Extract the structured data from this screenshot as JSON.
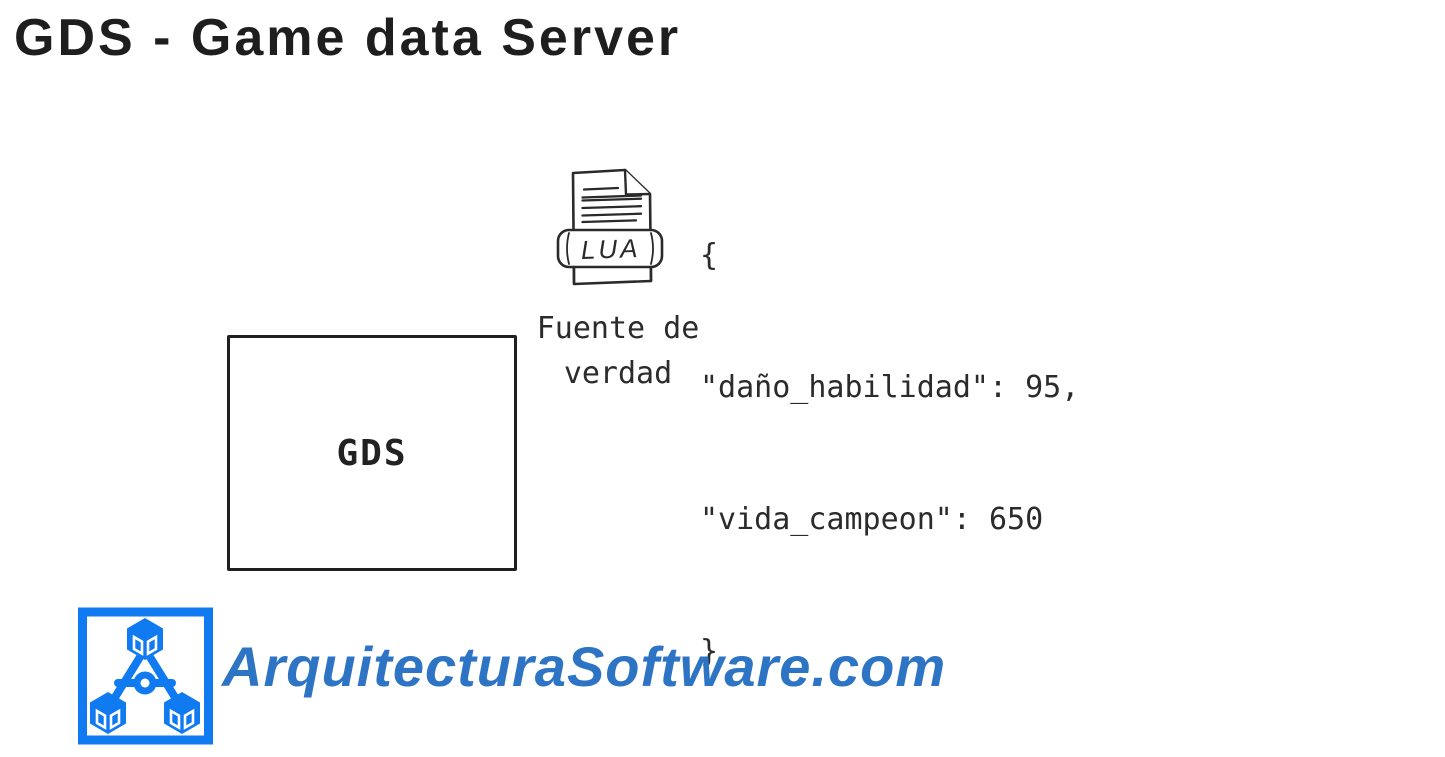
{
  "page": {
    "title": "GDS - Game data Server",
    "background": "#ffffff"
  },
  "diagram": {
    "lua_file": {
      "icon": "lua-file-icon",
      "badge": "LUA"
    },
    "code_snippet": {
      "lines": [
        "{",
        "\"daño_habilidad\": 95,",
        "\"vida_campeon\": 650",
        "}"
      ]
    },
    "source_label": {
      "line1": "Fuente de",
      "line2": "verdad"
    },
    "gds_box": {
      "label": "GDS"
    }
  },
  "footer": {
    "brand": "ArquitecturaSoftware.com",
    "logo": "arquitectura-software-logo"
  },
  "colors": {
    "ink": "#2b2b2b",
    "box_border": "#1f1f1f",
    "logo_blue": "#107af0",
    "brand_blue": "#2e74c4"
  }
}
